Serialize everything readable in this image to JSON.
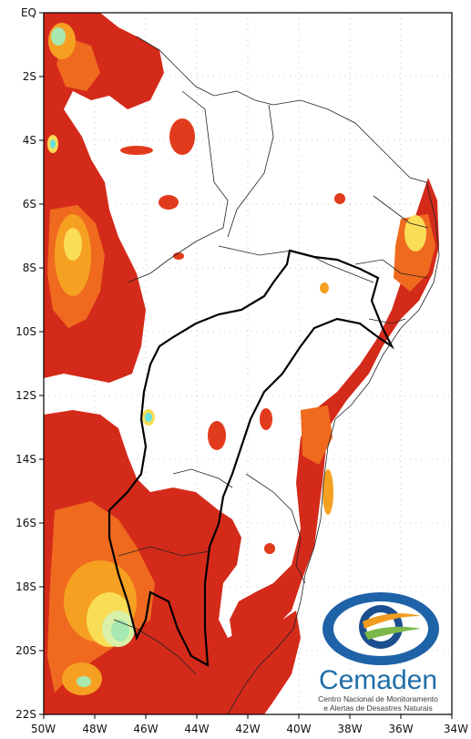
{
  "map": {
    "y_labels": [
      "EQ",
      "2S",
      "4S",
      "6S",
      "8S",
      "10S",
      "12S",
      "14S",
      "16S",
      "18S",
      "20S",
      "22S"
    ],
    "x_labels": [
      "50W",
      "48W",
      "46W",
      "44W",
      "42W",
      "40W",
      "38W",
      "36W",
      "34W"
    ],
    "extent": {
      "lon_min": -50,
      "lon_max": -34,
      "lat_min": -22,
      "lat_max": 0
    },
    "colors": {
      "dark_red": "#c8231a",
      "red": "#e4371d",
      "orange": "#f1741f",
      "amber": "#f8a422",
      "yellow": "#f9dd57",
      "light_green": "#d8f0a8",
      "green": "#a6e8b0",
      "cyan": "#67e2df",
      "blue": "#3aa6e0"
    }
  },
  "logo": {
    "name": "Cemaden",
    "subtitle_line1": "Centro Nacional de Monitoramento",
    "subtitle_line2": "e Alertas de Desastres Naturais"
  }
}
